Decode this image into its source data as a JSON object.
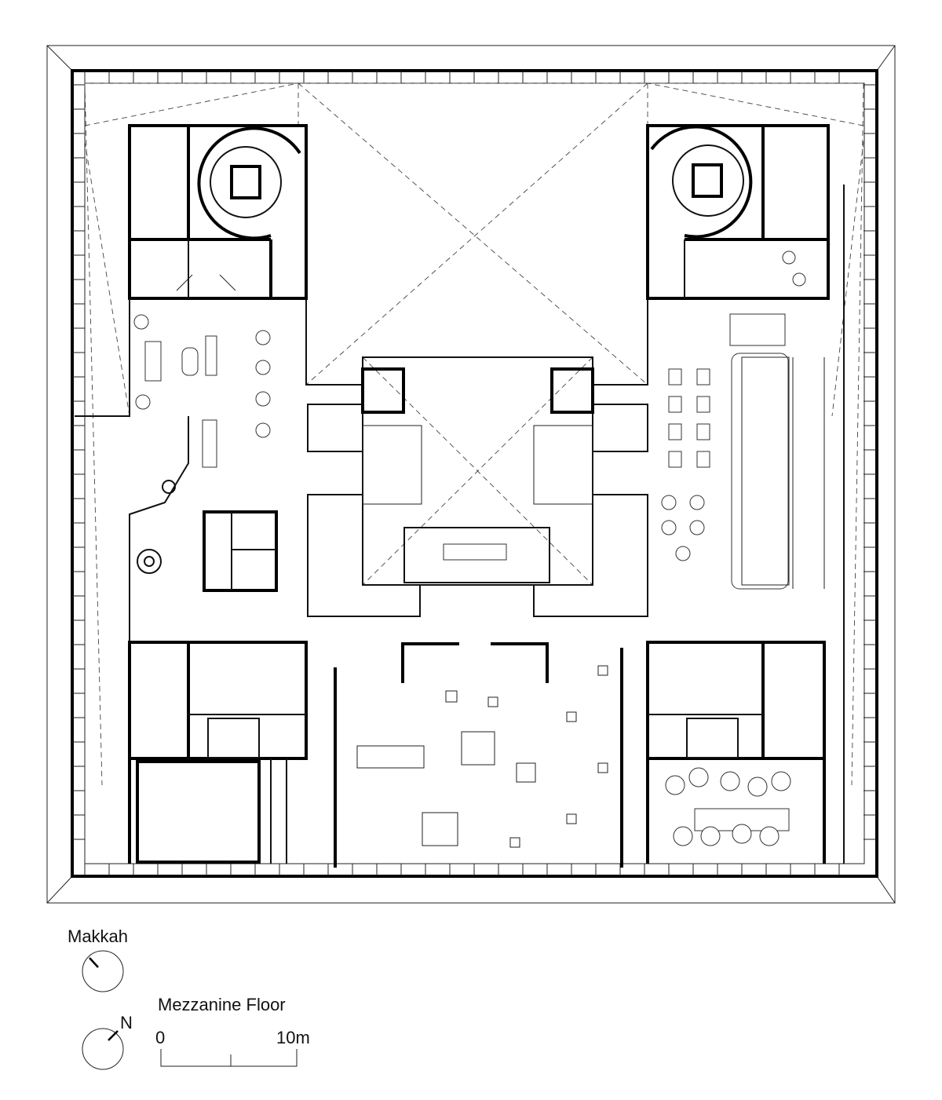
{
  "drawing": {
    "title": "Mezzanine Floor",
    "qibla_label": "Makkah",
    "north_label": "N",
    "scale_bar": {
      "start_label": "0",
      "end_label": "10m"
    }
  }
}
